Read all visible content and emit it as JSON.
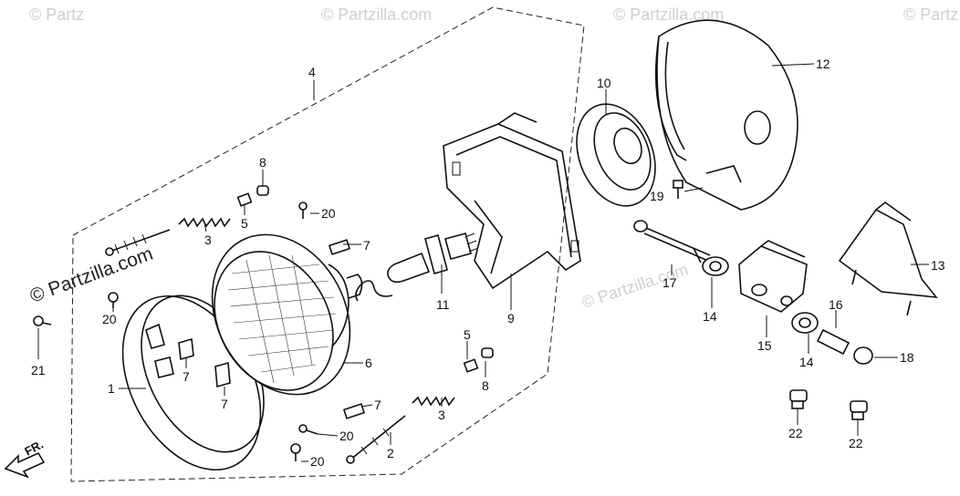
{
  "watermark": {
    "text": "© Partzilla.com",
    "text_short": "© Partz"
  },
  "brand": {
    "text": "© Partzilla.com"
  },
  "direction": {
    "label": "FR."
  },
  "callouts": {
    "c1": "1",
    "c2": "2",
    "c3a": "3",
    "c3b": "3",
    "c4": "4",
    "c5a": "5",
    "c5b": "5",
    "c6": "6",
    "c7a": "7",
    "c7b": "7",
    "c7c": "7",
    "c7d": "7",
    "c8a": "8",
    "c8b": "8",
    "c9": "9",
    "c10": "10",
    "c11": "11",
    "c12": "12",
    "c13": "13",
    "c14a": "14",
    "c14b": "14",
    "c15": "15",
    "c16": "16",
    "c17": "17",
    "c18": "18",
    "c19": "19",
    "c20a": "20",
    "c20b": "20",
    "c20c": "20",
    "c20d": "20",
    "c21": "21",
    "c22a": "22",
    "c22b": "22"
  }
}
